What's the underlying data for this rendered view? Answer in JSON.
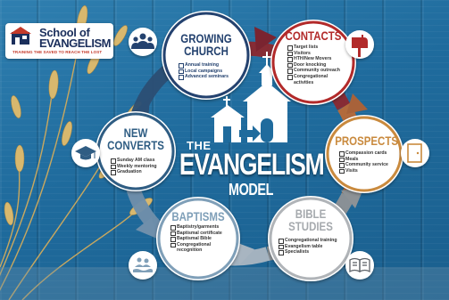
{
  "logo": {
    "line1": "School of",
    "line2": "EVANGELISM",
    "tagline": "TRAINING THE SAVED TO REACH THE LOST"
  },
  "center": {
    "the": "THE",
    "title": "EVANGELISM",
    "subtitle": "MODEL"
  },
  "stages": {
    "growing": {
      "title1": "GROWING",
      "title2": "CHURCH",
      "items": [
        "Annual training",
        "Local campaigns",
        "Advanced seminars"
      ],
      "icon": "people-icon",
      "color": "#24426f"
    },
    "contacts": {
      "title1": "CONTACTS",
      "items": [
        "Target lists",
        "Visitors",
        "HTH/New Movers",
        "Door knocking",
        "Community outreach",
        "Congregational activities"
      ],
      "icon": "mailbox-icon",
      "color": "#b22a2a"
    },
    "prospects": {
      "title1": "PROSPECTS",
      "items": [
        "Compassion cards",
        "Meals",
        "Community service",
        "Visits"
      ],
      "icon": "door-icon",
      "color": "#c98a3e"
    },
    "bible": {
      "title1": "BIBLE",
      "title2": "STUDIES",
      "items": [
        "Congregational training",
        "Evangelism table",
        "Specialists"
      ],
      "icon": "open-book-icon",
      "color": "#b0b4b8"
    },
    "baptisms": {
      "title1": "BAPTISMS",
      "items": [
        "Baptistry/garments",
        "Baptismal certificate",
        "Baptismal Bible",
        "Congregational recognition"
      ],
      "icon": "baptism-icon",
      "color": "#7f9fb8"
    },
    "converts": {
      "title1": "NEW",
      "title2": "CONVERTS",
      "items": [
        "Sunday AM class",
        "Weekly mentoring",
        "Graduation"
      ],
      "icon": "graduation-cap-icon",
      "color": "#2f5d83"
    }
  }
}
